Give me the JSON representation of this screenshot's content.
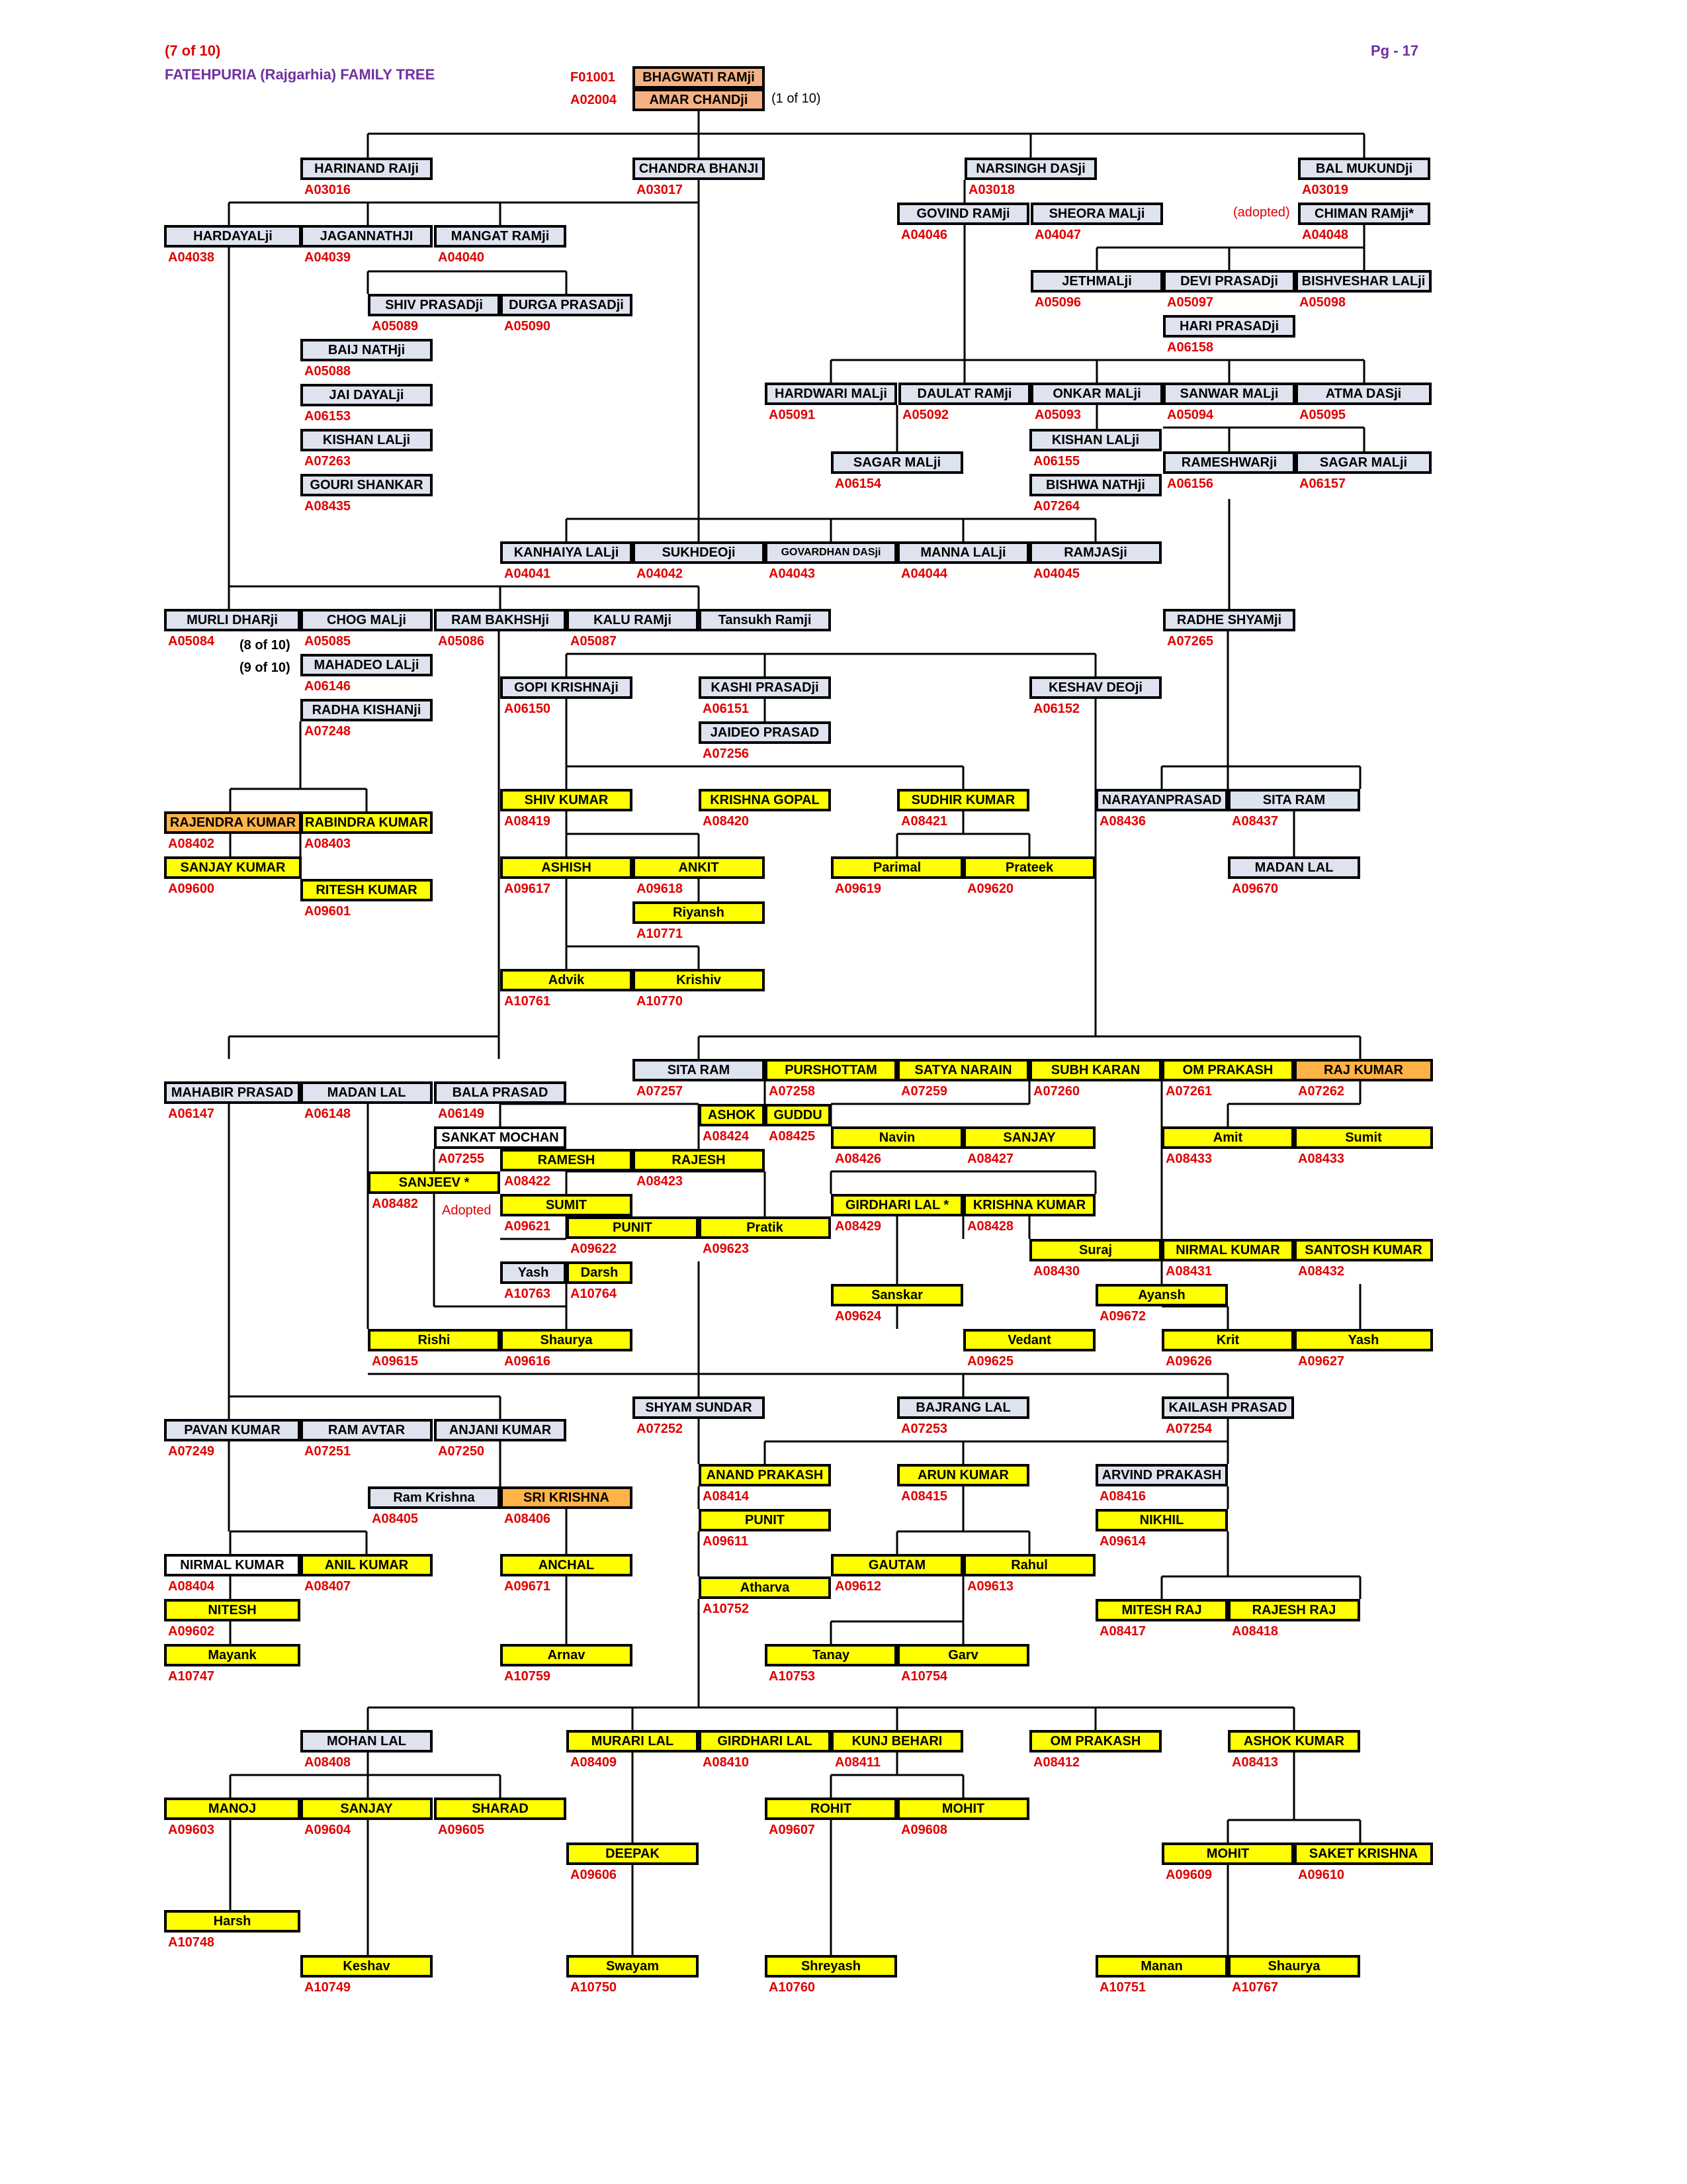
{
  "header": {
    "part": "(7 of 10)",
    "title": "FATEHPURIA (Rajgarhia) FAMILY  TREE",
    "page": "Pg - 17"
  },
  "colors": {
    "box_grey": "#dfe3ef",
    "box_yellow": "#ffff00",
    "box_orange": "#ffb347",
    "box_peach": "#f4b183",
    "id_red": "#e00000",
    "title_purple": "#7030a0"
  },
  "people": [
    [
      "BHAGWATI RAMji",
      "F01001"
    ],
    [
      "AMAR CHANDji",
      "A02004"
    ],
    [
      "HARINAND RAIji",
      "A03016"
    ],
    [
      "CHANDRA BHANJI",
      "A03017"
    ],
    [
      "NARSINGH DASji",
      "A03018"
    ],
    [
      "BAL MUKUNDji",
      "A03019"
    ],
    [
      "HARDAYALji",
      "A04038"
    ],
    [
      "JAGANNATHJI",
      "A04039"
    ],
    [
      "MANGAT RAMji",
      "A04040"
    ],
    [
      "SHIV PRASADji",
      "A05089"
    ],
    [
      "DURGA PRASADji",
      "A05090"
    ],
    [
      "BAIJ NATHji",
      "A05088"
    ],
    [
      "JAI DAYALji",
      "A06153"
    ],
    [
      "KISHAN LALji",
      "A07263"
    ],
    [
      "GOURI SHANKAR",
      "A08435"
    ],
    [
      "GOVIND RAMji",
      "A04046"
    ],
    [
      "SHEORA MALji",
      "A04047"
    ],
    [
      "CHIMAN RAMji*",
      "A04048"
    ],
    [
      "JETHMALji",
      "A05096"
    ],
    [
      "DEVI PRASADji",
      "A05097"
    ],
    [
      "BISHVESHAR LALji",
      "A05098"
    ],
    [
      "HARI PRASADji",
      "A06158"
    ],
    [
      "HARDWARI MALji",
      "A05091"
    ],
    [
      "DAULAT RAMji",
      "A05092"
    ],
    [
      "ONKAR MALji",
      "A05093"
    ],
    [
      "SANWAR MALji",
      "A05094"
    ],
    [
      "ATMA DASji",
      "A05095"
    ],
    [
      "SAGAR MALji",
      "A06154"
    ],
    [
      "KISHAN LALji",
      "A06155"
    ],
    [
      "BISHWA NATHji",
      "A07264"
    ],
    [
      "RAMESHWARji",
      "A06156"
    ],
    [
      "SAGAR MALji",
      "A06157"
    ],
    [
      "KANHAIYA LALji",
      "A04041"
    ],
    [
      "SUKHDEOji",
      "A04042"
    ],
    [
      "GOVARDHAN DASji",
      "A04043"
    ],
    [
      "MANNA LALji",
      "A04044"
    ],
    [
      "RAMJASji",
      "A04045"
    ],
    [
      "MURLI DHARji",
      "A05084"
    ],
    [
      "CHOG MALji",
      "A05085"
    ],
    [
      "RAM BAKHSHji",
      "A05086"
    ],
    [
      "KALU RAMji",
      "A05087"
    ],
    [
      "Tansukh Ramji",
      ""
    ],
    [
      "RADHE SHYAMji",
      "A07265"
    ],
    [
      "MAHADEO LALji",
      "A06146"
    ],
    [
      "RADHA KISHANji",
      "A07248"
    ],
    [
      "GOPI KRISHNAji",
      "A06150"
    ],
    [
      "KASHI PRASADji",
      "A06151"
    ],
    [
      "KESHAV DEOji",
      "A06152"
    ],
    [
      "JAIDEO PRASAD",
      "A07256"
    ],
    [
      "SHIV KUMAR",
      "A08419"
    ],
    [
      "KRISHNA GOPAL",
      "A08420"
    ],
    [
      "SUDHIR KUMAR",
      "A08421"
    ],
    [
      "NARAYANPRASAD",
      "A08436"
    ],
    [
      "SITA RAM",
      "A08437"
    ],
    [
      "RAJENDRA KUMAR",
      "A08402"
    ],
    [
      "RABINDRA KUMAR",
      "A08403"
    ],
    [
      "SANJAY KUMAR",
      "A09600"
    ],
    [
      "RITESH KUMAR",
      "A09601"
    ],
    [
      "ASHISH",
      "A09617"
    ],
    [
      "ANKIT",
      "A09618"
    ],
    [
      "Riyansh",
      "A10771"
    ],
    [
      "Parimal",
      "A09619"
    ],
    [
      "Prateek",
      "A09620"
    ],
    [
      "MADAN LAL",
      "A09670"
    ],
    [
      "Advik",
      "A10761"
    ],
    [
      "Krishiv",
      "A10770"
    ],
    [
      "SITA RAM",
      "A07257"
    ],
    [
      "PURSHOTTAM",
      "A07258"
    ],
    [
      "SATYA NARAIN",
      "A07259"
    ],
    [
      "SUBH KARAN",
      "A07260"
    ],
    [
      "OM PRAKASH",
      "A07261"
    ],
    [
      "RAJ KUMAR",
      "A07262"
    ],
    [
      "MAHABIR PRASAD",
      "A06147"
    ],
    [
      "MADAN LAL",
      "A06148"
    ],
    [
      "BALA PRASAD",
      "A06149"
    ],
    [
      "ASHOK",
      "A08424"
    ],
    [
      "GUDDU",
      "A08425"
    ],
    [
      "Navin",
      "A08426"
    ],
    [
      "SANJAY",
      "A08427"
    ],
    [
      "Amit",
      "A08433"
    ],
    [
      "Sumit",
      "A08433"
    ],
    [
      "SANKAT MOCHAN",
      "A07255"
    ],
    [
      "RAMESH",
      "A08422"
    ],
    [
      "RAJESH",
      "A08423"
    ],
    [
      "SANJEEV *",
      "A08482"
    ],
    [
      "SUMIT",
      "A09621"
    ],
    [
      "PUNIT",
      "A09622"
    ],
    [
      "Pratik",
      "A09623"
    ],
    [
      "GIRDHARI LAL *",
      "A08429"
    ],
    [
      "KRISHNA KUMAR",
      "A08428"
    ],
    [
      "Suraj",
      "A08430"
    ],
    [
      "NIRMAL KUMAR",
      "A08431"
    ],
    [
      "SANTOSH KUMAR",
      "A08432"
    ],
    [
      "Yash",
      "A10763"
    ],
    [
      "Darsh",
      "A10764"
    ],
    [
      "Sanskar",
      "A09624"
    ],
    [
      "Ayansh",
      "A09672"
    ],
    [
      "Rishi",
      "A09615"
    ],
    [
      "Shaurya",
      "A09616"
    ],
    [
      "Vedant",
      "A09625"
    ],
    [
      "Krit",
      "A09626"
    ],
    [
      "Yash",
      "A09627"
    ],
    [
      "SHYAM SUNDAR",
      "A07252"
    ],
    [
      "BAJRANG LAL",
      "A07253"
    ],
    [
      "KAILASH PRASAD",
      "A07254"
    ],
    [
      "PAVAN KUMAR",
      "A07249"
    ],
    [
      "RAM AVTAR",
      "A07251"
    ],
    [
      "ANJANI KUMAR",
      "A07250"
    ],
    [
      "ANAND PRAKASH",
      "A08414"
    ],
    [
      "ARUN KUMAR",
      "A08415"
    ],
    [
      "ARVIND PRAKASH",
      "A08416"
    ],
    [
      "Ram Krishna",
      "A08405"
    ],
    [
      "SRI KRISHNA",
      "A08406"
    ],
    [
      "PUNIT",
      "A09611"
    ],
    [
      "NIKHIL",
      "A09614"
    ],
    [
      "NIRMAL KUMAR",
      "A08404"
    ],
    [
      "ANIL KUMAR",
      "A08407"
    ],
    [
      "ANCHAL",
      "A09671"
    ],
    [
      "Atharva",
      "A10752"
    ],
    [
      "GAUTAM",
      "A09612"
    ],
    [
      "Rahul",
      "A09613"
    ],
    [
      "NITESH",
      "A09602"
    ],
    [
      "MITESH RAJ",
      "A08417"
    ],
    [
      "RAJESH RAJ",
      "A08418"
    ],
    [
      "Mayank",
      "A10747"
    ],
    [
      "Arnav",
      "A10759"
    ],
    [
      "Tanay",
      "A10753"
    ],
    [
      "Garv",
      "A10754"
    ],
    [
      "MOHAN LAL",
      "A08408"
    ],
    [
      "MURARI LAL",
      "A08409"
    ],
    [
      "GIRDHARI LAL",
      "A08410"
    ],
    [
      "KUNJ BEHARI",
      "A08411"
    ],
    [
      "OM PRAKASH",
      "A08412"
    ],
    [
      "ASHOK KUMAR",
      "A08413"
    ],
    [
      "MANOJ",
      "A09603"
    ],
    [
      "SANJAY",
      "A09604"
    ],
    [
      "SHARAD",
      "A09605"
    ],
    [
      "ROHIT",
      "A09607"
    ],
    [
      "MOHIT",
      "A09608"
    ],
    [
      "DEEPAK",
      "A09606"
    ],
    [
      "MOHIT",
      "A09609"
    ],
    [
      "SAKET KRISHNA",
      "A09610"
    ],
    [
      "Harsh",
      "A10748"
    ],
    [
      "Keshav",
      "A10749"
    ],
    [
      "Swayam",
      "A10750"
    ],
    [
      "Shreyash",
      "A10760"
    ],
    [
      "Manan",
      "A10751"
    ],
    [
      "Shaurya",
      "A10767"
    ]
  ],
  "notes": [
    "(1 of 10)",
    "(adopted)",
    "(8 of 10)",
    "(9 of 10)",
    "Adopted"
  ]
}
